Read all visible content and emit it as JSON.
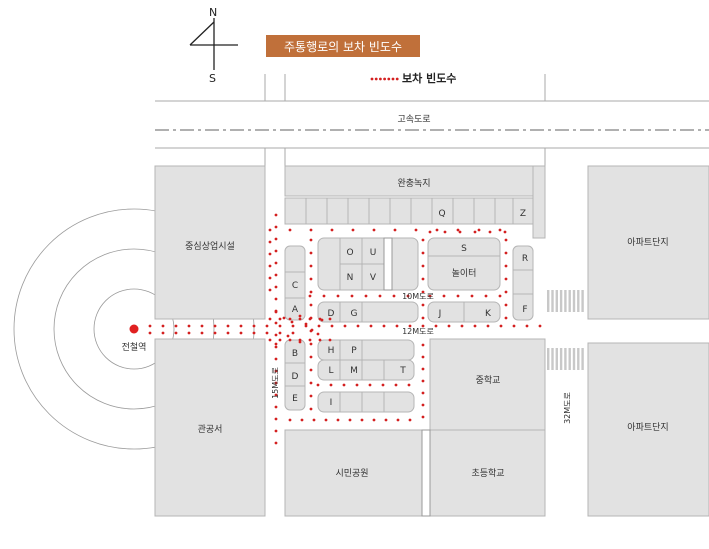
{
  "title": "주통행로의 보차 빈도수",
  "legend": {
    "label": "보차 빈도수"
  },
  "compass": {
    "north": "N",
    "south": "S"
  },
  "colors": {
    "title_bg": "#c0703a",
    "dot": "#d42020",
    "block": "#e2e2e2",
    "block_stroke": "#b5b5b5",
    "road_line": "#aaaaaa",
    "station": "#e02020"
  },
  "places": {
    "highway": "고속도로",
    "greenway": "완충녹지",
    "commercial": "중심상업시설",
    "station": "전철역",
    "public_office": "관공서",
    "apartment_top": "아파트단지",
    "apartment_bottom": "아파트단지",
    "playground": "놀이터",
    "middle_school": "중학교",
    "elementary_school": "초등학교",
    "citizen_park": "시민공원"
  },
  "roads": {
    "r10": "10M도로",
    "r12": "12M도로",
    "r15": "15M도로",
    "r32": "32M도로"
  },
  "blocks": {
    "A": "A",
    "B": "B",
    "C": "C",
    "D": "D",
    "E": "E",
    "F": "F",
    "G": "G",
    "H": "H",
    "I": "I",
    "J": "J",
    "K": "K",
    "L": "L",
    "M": "M",
    "N": "N",
    "O": "O",
    "P": "P",
    "Q": "Q",
    "R": "R",
    "S": "S",
    "T": "T",
    "U": "U",
    "V": "V",
    "Z": "Z",
    "D2": "D"
  }
}
